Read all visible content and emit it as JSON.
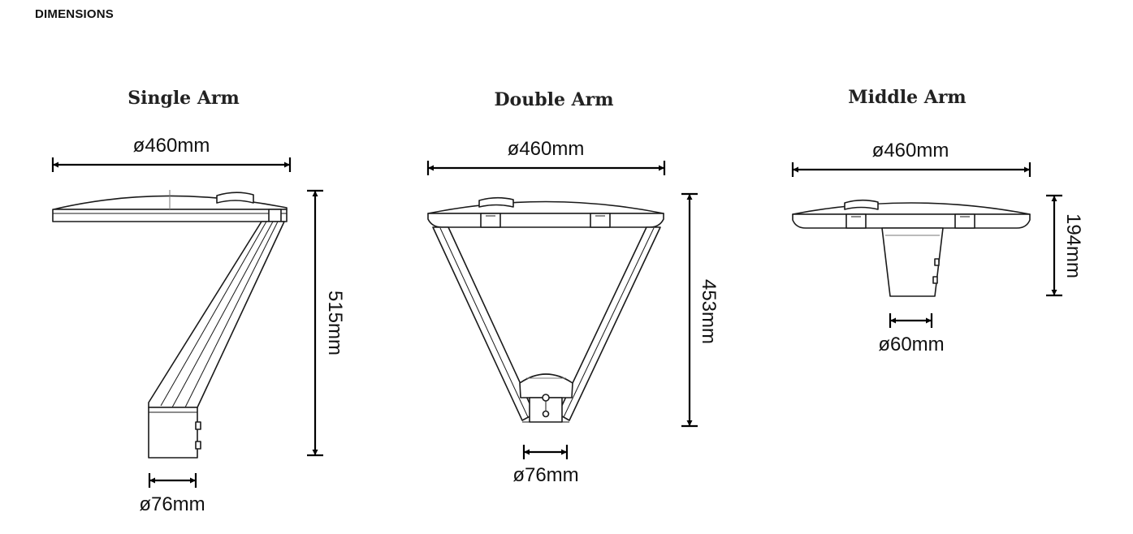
{
  "heading": "DIMENSIONS",
  "panels": {
    "single": {
      "title": "Single Arm",
      "width": "ø460mm",
      "height": "515mm",
      "pole": "ø76mm"
    },
    "double": {
      "title": "Double Arm",
      "width": "ø460mm",
      "height": "453mm",
      "pole": "ø76mm"
    },
    "middle": {
      "title": "Middle Arm",
      "width": "ø460mm",
      "height": "194mm",
      "pole": "ø60mm"
    }
  }
}
